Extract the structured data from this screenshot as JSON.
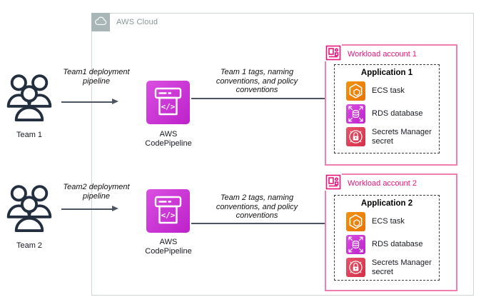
{
  "aws_cloud": {
    "label": "AWS Cloud"
  },
  "rows": [
    {
      "team": {
        "label": "Team 1"
      },
      "team_arrow_label": "Team1 deployment pipeline",
      "pipeline": {
        "label": "AWS CodePipeline"
      },
      "pipeline_arrow_label": "Team 1 tags, naming conventions, and policy conventions",
      "account": {
        "title": "Workload account 1",
        "application": {
          "title": "Application 1",
          "items": [
            {
              "label": "ECS task",
              "icon": "ecs-task-icon",
              "color": "#ED7100"
            },
            {
              "label": "RDS database",
              "icon": "rds-database-icon",
              "color": "#C925D1"
            },
            {
              "label": "Secrets Manager secret",
              "icon": "secrets-manager-icon",
              "color": "#DD344C"
            }
          ]
        }
      }
    },
    {
      "team": {
        "label": "Team 2"
      },
      "team_arrow_label": "Team2 deployment pipeline",
      "pipeline": {
        "label": "AWS CodePipeline"
      },
      "pipeline_arrow_label": "Team 2 tags, naming conventions, and policy conventions",
      "account": {
        "title": "Workload account 2",
        "application": {
          "title": "Application 2",
          "items": [
            {
              "label": "ECS task",
              "icon": "ecs-task-icon",
              "color": "#ED7100"
            },
            {
              "label": "RDS database",
              "icon": "rds-database-icon",
              "color": "#C925D1"
            },
            {
              "label": "Secrets Manager secret",
              "icon": "secrets-manager-icon",
              "color": "#DD344C"
            }
          ]
        }
      }
    }
  ],
  "colors": {
    "account_pink": "#E7157B",
    "pipeline_magenta": "#C925D1",
    "ecs_orange": "#ED7100",
    "rds_purple": "#C925D1",
    "secrets_red": "#DD344C",
    "dark_navy": "#232F3E",
    "arrow_gray": "#4D5560"
  }
}
